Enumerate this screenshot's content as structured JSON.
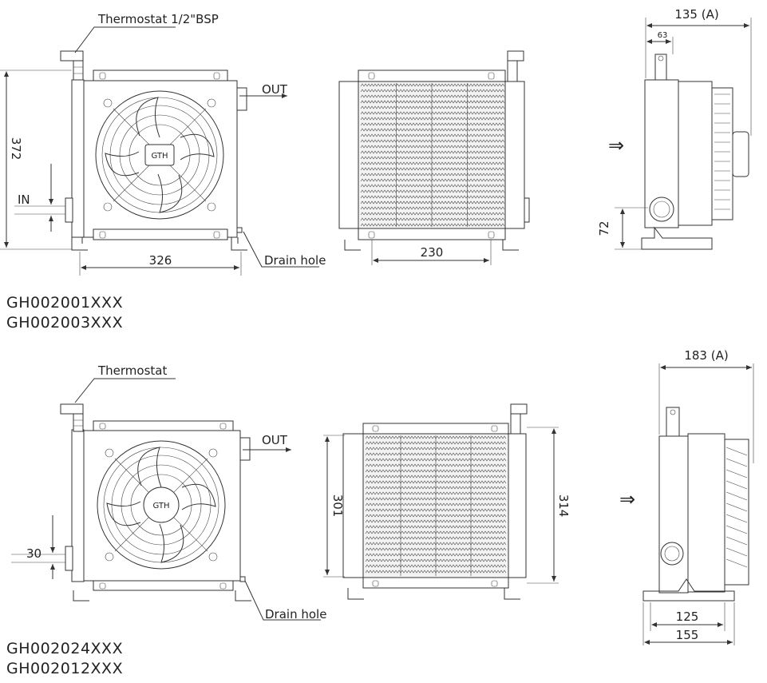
{
  "diagram": {
    "top_set": {
      "thermostat_label": "Thermostat 1/2\"BSP",
      "out_label": "OUT",
      "in_label": "IN",
      "drain_label": "Drain hole",
      "fan_badge": "GTH",
      "dims": {
        "height": "372",
        "width": "326",
        "core_width": "230",
        "depth": "135 (A)",
        "depth_small": "63",
        "inlet_height": "72"
      },
      "models": [
        "GH002001XXX",
        "GH002003XXX"
      ]
    },
    "bottom_set": {
      "thermostat_label": "Thermostat",
      "out_label": "OUT",
      "drain_label": "Drain hole",
      "fan_badge": "GTH",
      "dims": {
        "inlet": "30",
        "core_height": "301",
        "overall_height": "314",
        "depth": "183 (A)",
        "foot": "125",
        "base": "155"
      },
      "models": [
        "GH002024XXX",
        "GH002012XXX"
      ]
    },
    "airflow_symbol": "⇒"
  }
}
